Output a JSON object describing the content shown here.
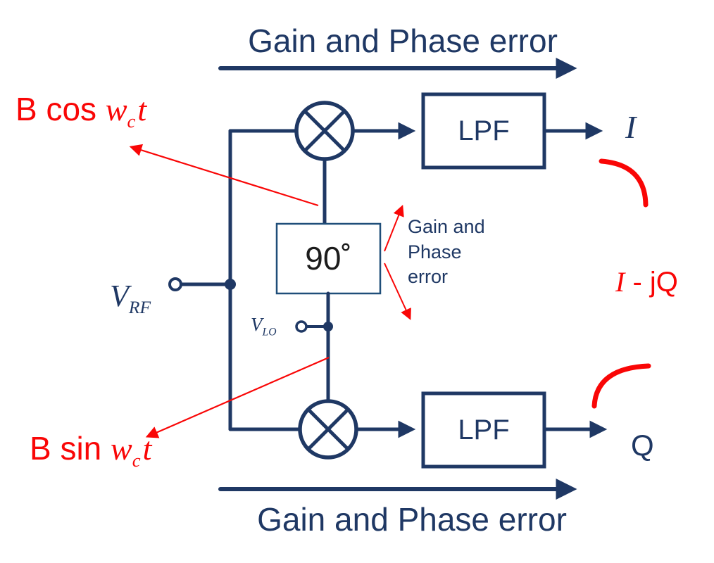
{
  "colors": {
    "navy": "#1f3864",
    "red": "#f90606",
    "box_outline": "#1f4e79",
    "ink": "#1c1c1c"
  },
  "titles": {
    "top": "Gain and Phase error",
    "bottom": "Gain and Phase error"
  },
  "blocks": {
    "lpf_top": "LPF",
    "lpf_bottom": "LPF",
    "phase_shift": "90˚"
  },
  "ports": {
    "v_rf_base": "V",
    "v_rf_sub": "RF",
    "v_lo_base": "V",
    "v_lo_sub": "LO",
    "i_output": "I",
    "q_output": "Q"
  },
  "annotations": {
    "b_cos_prefix": "B cos ",
    "b_sin_prefix": "B sin ",
    "omega_symbol": "w",
    "carrier_sub": "c",
    "time_symbol": "t",
    "side_note": "Gain and Phase error",
    "iq_expression_i": "I",
    "iq_expression_rest": " - jQ"
  }
}
